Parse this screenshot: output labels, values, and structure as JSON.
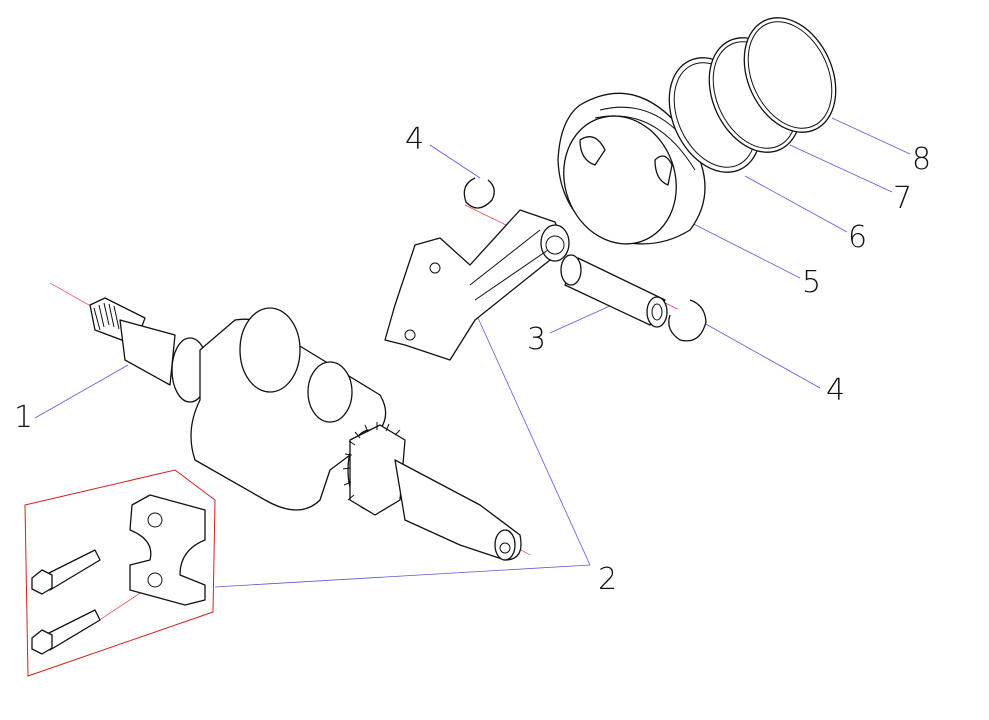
{
  "diagram": {
    "callouts": [
      {
        "id": "crankshaft",
        "label": "1"
      },
      {
        "id": "connecting-rod-kit",
        "label": "2"
      },
      {
        "id": "piston-pin",
        "label": "3"
      },
      {
        "id": "pin-clip-upper",
        "label": "4"
      },
      {
        "id": "pin-clip-lower",
        "label": "4"
      },
      {
        "id": "piston",
        "label": "5"
      },
      {
        "id": "ring-oil",
        "label": "6"
      },
      {
        "id": "ring-second",
        "label": "7"
      },
      {
        "id": "ring-top",
        "label": "8"
      }
    ],
    "colors": {
      "leader": "#5a5ad8",
      "axis": "#e04040",
      "kit_outline": "#d42020"
    }
  }
}
